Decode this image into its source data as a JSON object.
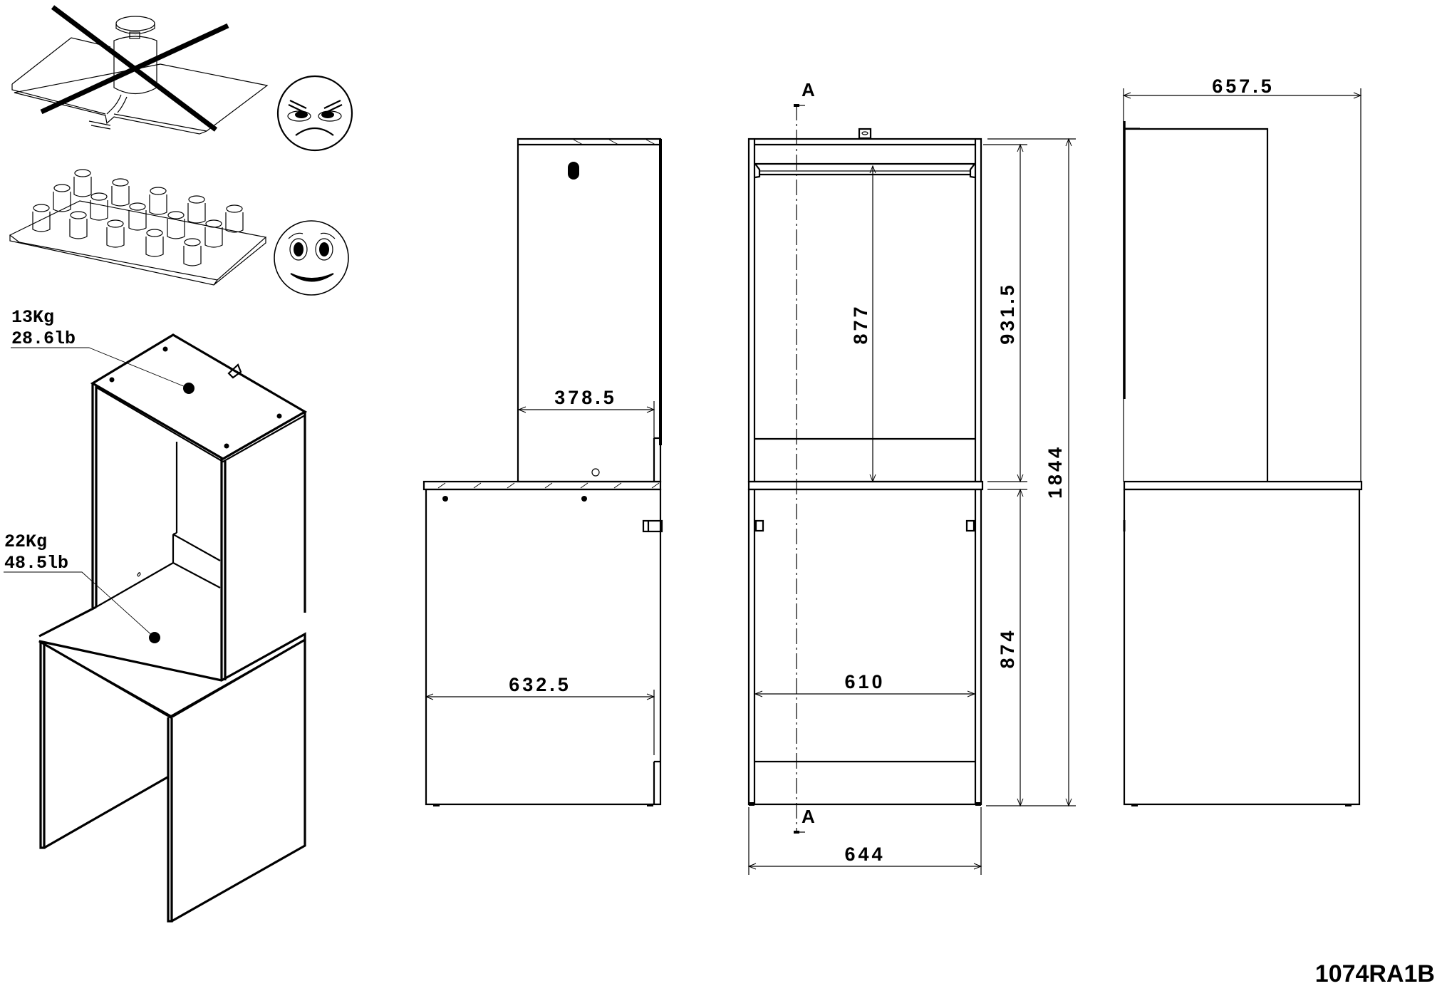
{
  "drawing": {
    "code": "1074RA1B",
    "background": "#ffffff",
    "line_color": "#000000"
  },
  "warnings": {
    "bad": {
      "description": "Single heavy weight concentrated in center of shelf — shelf bends/cracks",
      "face": "angry-face"
    },
    "good": {
      "description": "Weights distributed evenly across shelf",
      "face": "happy-face"
    }
  },
  "isometric": {
    "upper_load": {
      "kg": "13Kg",
      "lb": "28.6lb"
    },
    "lower_load": {
      "kg": "22Kg",
      "lb": "48.5lb"
    }
  },
  "side_view": {
    "dims": {
      "upper_depth": "378.5",
      "lower_depth": "632.5"
    }
  },
  "front_view": {
    "section_label_top": "A",
    "section_label_bottom": "A",
    "dims": {
      "inner_upper_height": "877",
      "upper_height": "931.5",
      "total_height": "1844",
      "lower_height": "874",
      "inner_width": "610",
      "outer_width": "644"
    }
  },
  "right_view": {
    "dims": {
      "total_depth": "657.5"
    }
  }
}
